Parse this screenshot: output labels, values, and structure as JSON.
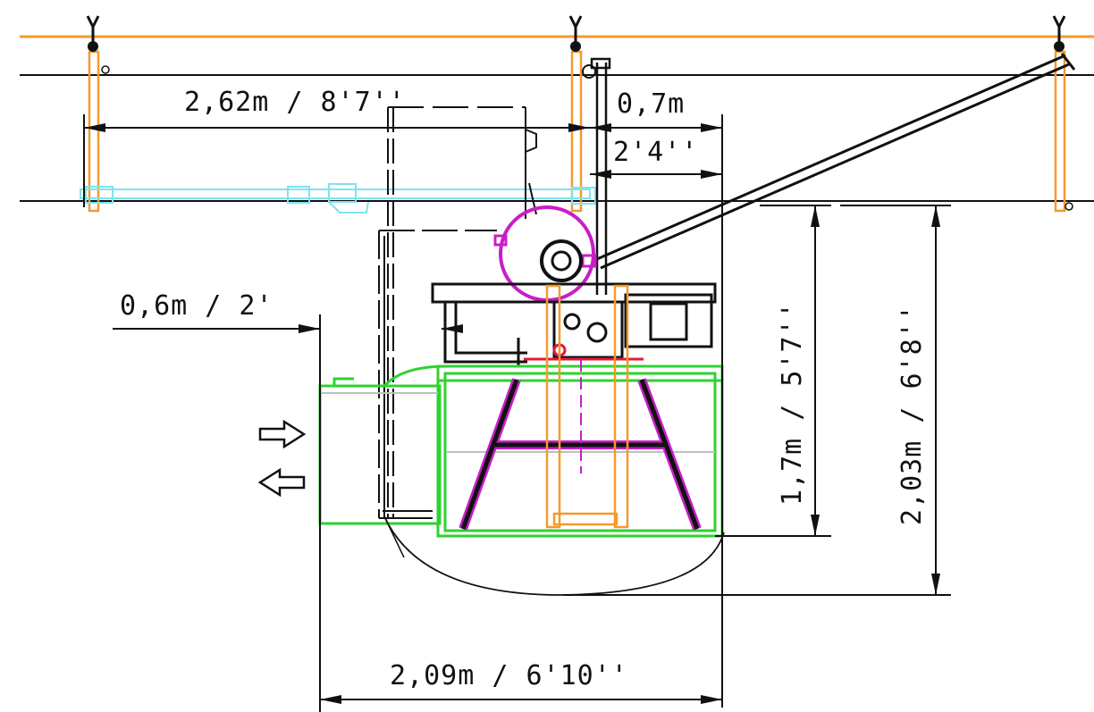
{
  "dimensions": {
    "rail_spacing": "2,62m / 8'7''",
    "offset_metric": "0,7m",
    "offset_imperial": "2'4''",
    "clearance": "0,6m / 2'",
    "height_platform": "1,7m / 5'7''",
    "height_total": "2,03m / 6'8''",
    "width_total": "2,09m / 6'10''"
  },
  "colors": {
    "rope": "#f39a2c",
    "outline": "#111111",
    "basket": "#2fd22f",
    "davit": "#c81ec8",
    "rail_profile": "#7fe3ee",
    "detail_red": "#e01a3c"
  },
  "icons": [
    "arrow-right-icon",
    "arrow-left-icon"
  ]
}
